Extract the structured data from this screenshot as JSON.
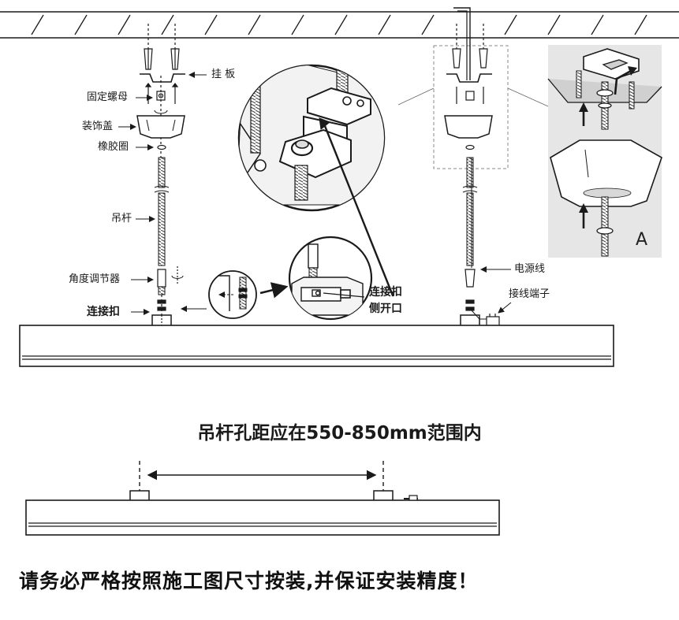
{
  "labels": {
    "hanging_plate": "挂 板",
    "fixing_nut": "固定螺母",
    "decorative_cover": "装饰盖",
    "rubber_ring": "橡胶圈",
    "suspension_rod": "吊杆",
    "angle_adjuster": "角度调节器",
    "connector_buckle": "连接扣",
    "connector_side_opening_line1": "连接扣",
    "connector_side_opening_line2": "侧开口",
    "power_cord": "电源线",
    "terminal_block": "接线端子",
    "panel_letter": "A"
  },
  "spacing_note": "吊杆孔距应在550-850mm范围内",
  "warning": "请务必严格按照施工图尺寸按装,并保证安装精度！",
  "colors": {
    "line": "#1a1a1a",
    "panel_bg": "#e6e6e6",
    "dashed_box": "#888888"
  }
}
